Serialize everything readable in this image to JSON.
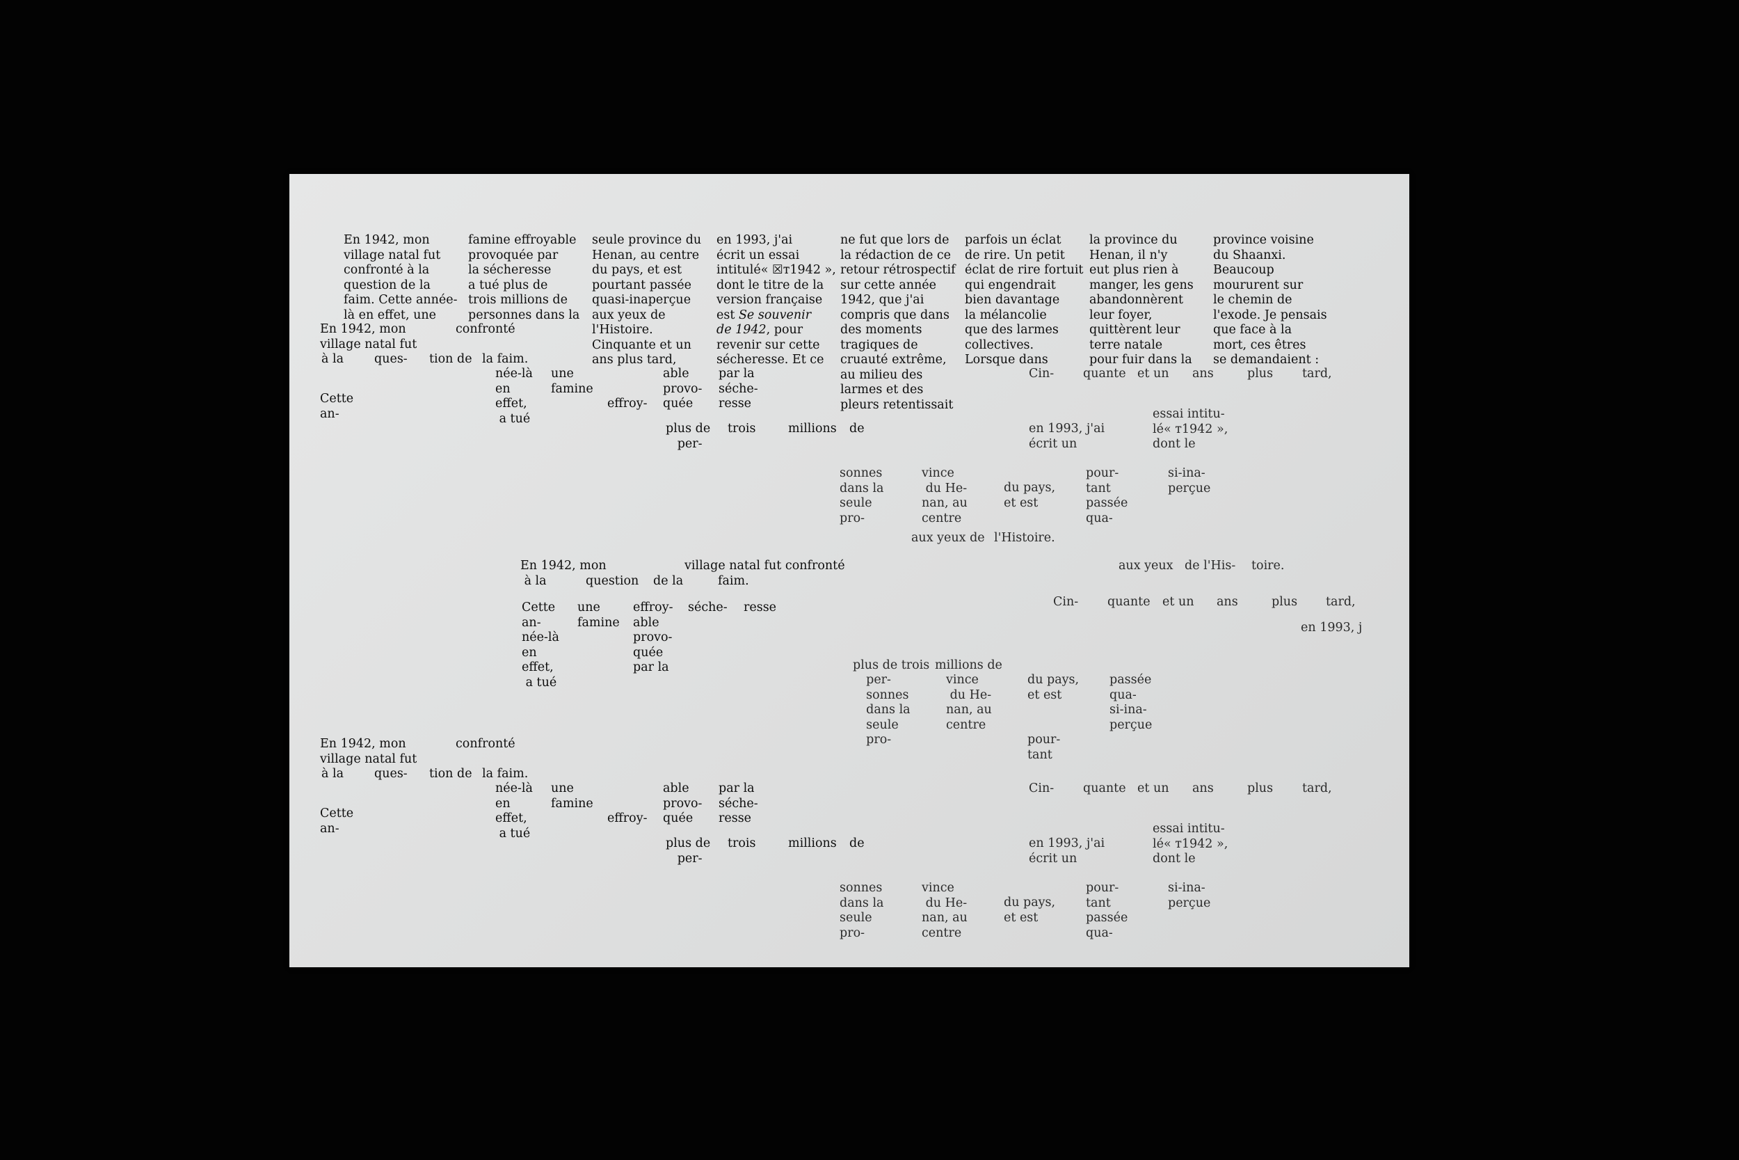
{
  "columns": [
    "En 1942, mon\nvillage natal fut\nconfronté à la\nquestion de la\nfaim. Cette année-\nlà en effet, une",
    "famine effroyable\nprovoquée par\nla sécheresse\na tué plus de\ntrois millions de\npersonnes dans la",
    "seule province du\nHenan, au centre\ndu pays, et est\npourtant passée\nquasi-inaperçue\naux yeux de\nl'Histoire.\nCinquante et un\nans plus tard,",
    "ne fut que lors de\nla rédaction de ce\nretour rétrospectif\nsur cette année\n1942, que j'ai\ncompris que dans\ndes moments\ntragiques de\ncruauté extrême,\nau milieu des\nlarmes et des\npleurs retentissait",
    "parfois un éclat\nde rire. Un petit\néclat de rire fortuit\nqui engendrait\nbien davantage\nla mélancolie\nque des larmes\ncollectives.\nLorsque dans",
    "la province du\nHenan, il n'y\neut plus rien à\nmanger, les gens\nabandonnèrent\nleur foyer,\nquittèrent leur\nterre natale\npour fuir dans la",
    "province voisine\ndu Shaanxi.\nBeaucoup\nmoururent sur\nle chemin de\nl'exode. Je pensais\nque face à la\nmort, ces êtres\nse demandaient :"
  ],
  "essay": {
    "pre": "en 1993, j'ai\nécrit un essai\nintitulé« ",
    "glyph": "☒",
    "mid": "т1942 »,\ndont le titre de la\nversion française\nest ",
    "title": "Se souvenir\nde 1942",
    "post": ", pour\nrevenir sur cette\nsécheresse. Et ce"
  },
  "frag_a": {
    "en1942": "En 1942, mon\nvillage natal fut",
    "confronte": "confronté",
    "a_la": "à la",
    "ques": "ques-",
    "tion_de": "tion de",
    "la_faim": "la faim.",
    "cette": "Cette\nan-",
    "neela": "née-là\nen\neffet,\n a tué",
    "une": "une\nfamine",
    "effroy": "effroy-",
    "able": "able\nprovo-\nquée",
    "parla": "par la\nséche-\nresse",
    "plusde": "plus de\n   per-",
    "trois": "trois",
    "millions": "millions",
    "de": "de"
  },
  "frag_b": {
    "cinq": "Cin-",
    "quante": "quante",
    "etun": "et un",
    "ans": "ans",
    "plus": "plus",
    "tard": "tard,",
    "en1993": "en 1993, j'ai\nécrit un",
    "essaiintitu": "essai intitu-\nlé« т1942 »,\ndont le",
    "sonnes": "sonnes\ndans la\nseule\npro-",
    "vince": "vince\n du He-\nnan, au\ncentre",
    "dupays": "du pays,\net est",
    "pourtant": "pour-\ntant\npassée\nqua-",
    "siina": "si-ina-\nperçue",
    "auxyeux": "aux yeux de",
    "histoire": "l'Histoire."
  },
  "frag_c": {
    "en1942": "En 1942, mon\n à la",
    "question": "question",
    "dela": "de la",
    "village": "village natal fut confronté",
    "faim": "faim.",
    "cette": "Cette\nan-\nnée-là\nen\neffet,\n a tué",
    "une": "une\nfamine",
    "effroy": "effroy-\nable\nprovo-\nquée\npar la",
    "seche": "séche-",
    "resse": "resse",
    "auxyeux": "aux yeux",
    "delhis": "de l'His-",
    "toire": "toire.",
    "cinq": "Cin-",
    "quante": "quante",
    "etun": "et un",
    "ans": "ans",
    "plus": "plus",
    "tard": "tard,",
    "en1993": "en 1993, j",
    "plusdetrois": "plus de trois",
    "millionsde": "millions de",
    "personnes": "  per-\n  sonnes\n  dans la\n  seule\n  pro-",
    "vince": "vince\n du He-\nnan, au\ncentre",
    "dupays": "du pays,\net est\n\n\npour-\ntant",
    "passee": "passée\nqua-\nsi-ina-\nperçue"
  }
}
